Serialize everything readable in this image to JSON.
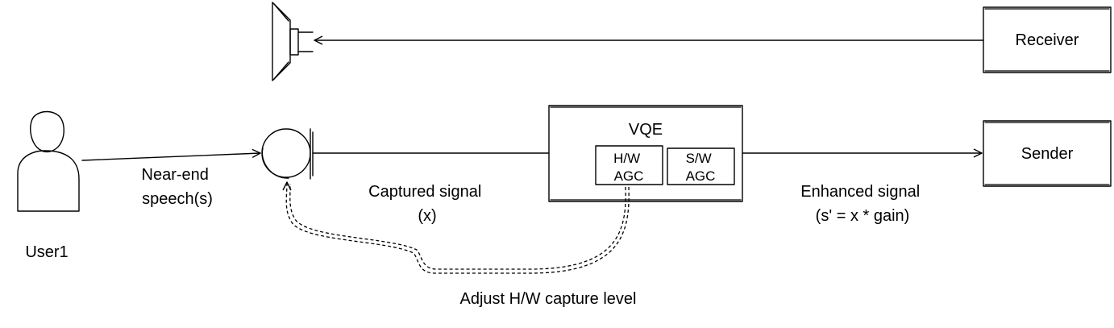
{
  "nodes": {
    "receiver": "Receiver",
    "sender": "Sender",
    "vqe": "VQE",
    "hw_agc": {
      "line1": "H/W",
      "line2": "AGC"
    },
    "sw_agc": {
      "line1": "S/W",
      "line2": "AGC"
    },
    "user": "User1"
  },
  "labels": {
    "near_end": {
      "line1": "Near-end",
      "line2": "speech(s)"
    },
    "captured": {
      "line1": "Captured signal",
      "line2": "(x)"
    },
    "enhanced": {
      "line1": "Enhanced signal",
      "line2": "(s' = x * gain)"
    },
    "adjust": "Adjust H/W capture level"
  },
  "icons": {
    "speaker": "speaker-icon",
    "microphone": "microphone-icon",
    "user": "user-icon"
  }
}
